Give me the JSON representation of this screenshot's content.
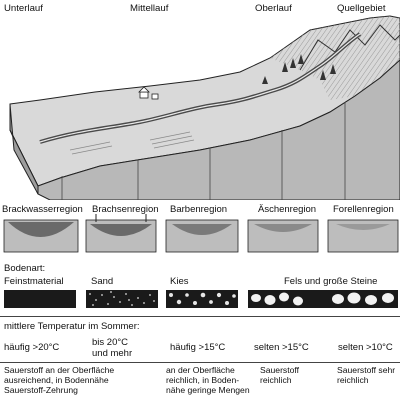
{
  "course_labels": [
    "Unterlauf",
    "Mittellauf",
    "Oberlauf",
    "Quellgebiet"
  ],
  "regions": [
    "Brackwasserregion",
    "Brachsenregion",
    "Barbenregion",
    "Äschenregion",
    "Forellenregion"
  ],
  "soil": {
    "heading": "Bodenart:",
    "types": [
      "Feinstmaterial",
      "Sand",
      "Kies",
      "Fels und große Steine"
    ]
  },
  "temperature": {
    "heading": "mittlere Temperatur im Sommer:",
    "values": [
      "häufig >20°C",
      "bis 20°C und mehr",
      "häufig >15°C",
      "selten >15°C",
      "selten >10°C"
    ],
    "line2": [
      "",
      "und mehr",
      "",
      "",
      ""
    ],
    "line1": [
      "häufig >20°C",
      "bis 20°C",
      "häufig >15°C",
      "selten >15°C",
      "selten >10°C"
    ]
  },
  "oxygen": [
    "Sauerstoff an der Oberfläche ausreichend, in Bodennähe Sauerstoff-Zehrung",
    "an der Oberfläche reichlich, in Bodennähe geringe Mengen",
    "Sauerstoff reichlich",
    "Sauerstoff sehr reichlich"
  ],
  "oxygen_lines": [
    [
      "Sauerstoff an der Oberfläche",
      "ausreichend, in Bodennähe",
      "Sauerstoff-Zehrung"
    ],
    [
      "an der Oberfläche",
      "reichlich, in Boden-",
      "nähe geringe Mengen"
    ],
    [
      "Sauerstoff",
      "reichlich"
    ],
    [
      "Sauerstoff sehr",
      "reichlich"
    ]
  ],
  "colors": {
    "ink": "#111111",
    "land": "#d4d4d4",
    "land_dark": "#8f8f8f",
    "water": "#555555",
    "sky": "#ffffff"
  }
}
